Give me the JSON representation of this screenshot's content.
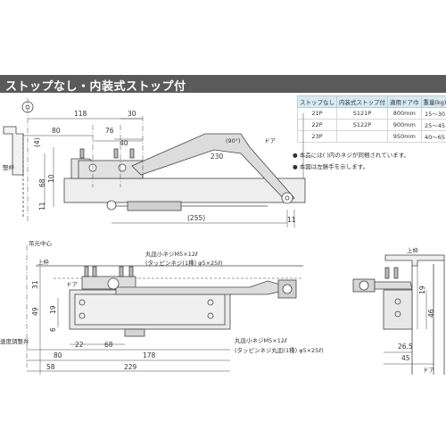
{
  "title": "ストップなし・内装式ストップ付",
  "table": {
    "headers": [
      "ストップなし",
      "内装式ストップ付",
      "適用ドア巾",
      "重量(kg)"
    ],
    "rows": [
      [
        "21P",
        "S121P",
        "800mm",
        "15〜30"
      ],
      [
        "22P",
        "S122P",
        "900mm",
        "25〜45"
      ],
      [
        "23P",
        "",
        "950mm",
        "40〜65"
      ]
    ]
  },
  "notes": [
    "本品には( )内のネジが同梱されています。",
    "本図は左勝手を示します。"
  ],
  "top_view": {
    "dims": {
      "d118": "118",
      "d30": "30",
      "d80": "80",
      "d76": "76",
      "d40": "40",
      "d4": "(4)",
      "d10": "10",
      "d68": "68",
      "d11a": "11",
      "d230": "230",
      "d255": "(255)",
      "d11b": "11",
      "ang": "(90°)"
    },
    "labels": {
      "door": "ドア",
      "frame": "竪枠"
    }
  },
  "front_view": {
    "dims": {
      "d31": "31",
      "d49": "49",
      "d19": "19",
      "d22": "22",
      "d68": "68",
      "d178": "178",
      "d80": "80",
      "d229": "229",
      "d58": "58",
      "d6": "6"
    },
    "labels": {
      "hinge_center": "吊元中心",
      "upper_frame": "上枠",
      "door": "ドア",
      "speed_valve": "速度調整弁",
      "screw1a": "丸皿小ネジM5×12ℓ",
      "screw1b": "(タッピンネジ(1種) φ5×25ℓ)",
      "screw2a": "丸皿小ネジM5×12ℓ",
      "screw2b": "(タッピンネジ丸皿(1種) φ5×25ℓ)"
    }
  },
  "side_view": {
    "dims": {
      "d19": "19",
      "d46": "46",
      "d265": "26.5",
      "d45": "45"
    },
    "labels": {
      "upper_frame": "上枠",
      "door": "ドア"
    }
  }
}
